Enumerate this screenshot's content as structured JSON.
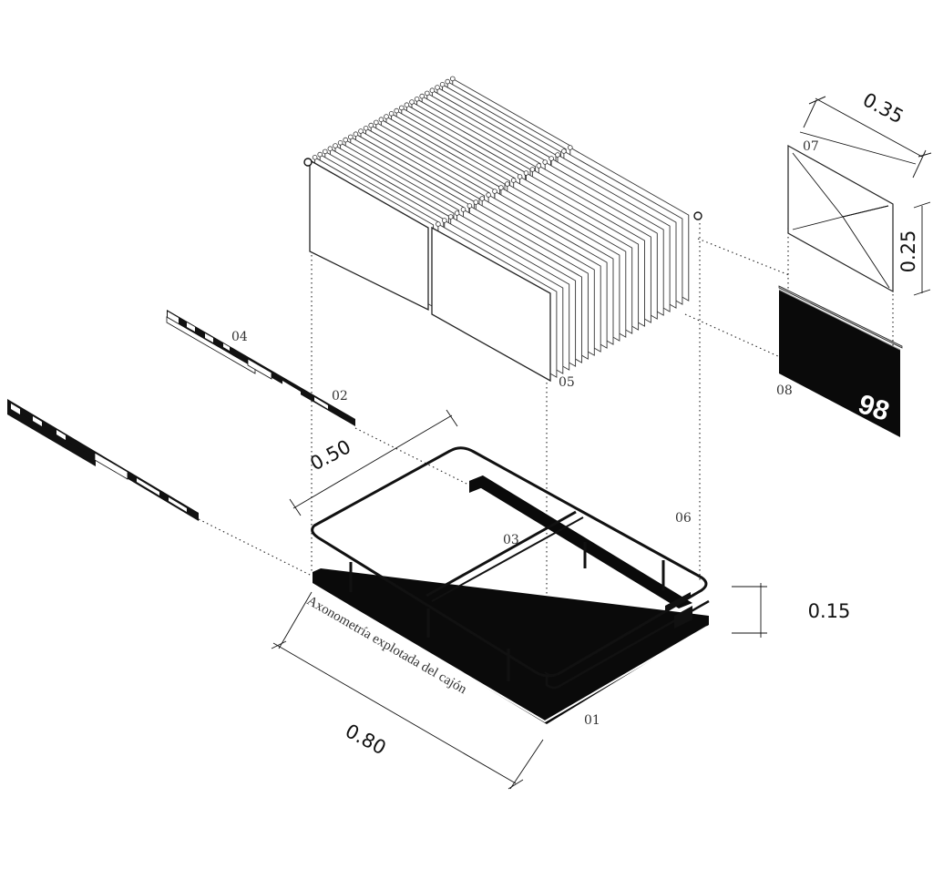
{
  "caption": "Axonometría explotada del cajón",
  "part_labels": {
    "p01": "01",
    "p02": "02",
    "p03": "03",
    "p04": "04",
    "p05": "05",
    "p06": "06",
    "p07": "07",
    "p08": "08"
  },
  "dimensions": {
    "length": "0.80",
    "width": "0.50",
    "height": "0.15",
    "panel_width": "0.35",
    "panel_height": "0.25"
  },
  "front_panel_number": "98",
  "colors": {
    "ink": "#111111",
    "fill": "#ffffff"
  }
}
